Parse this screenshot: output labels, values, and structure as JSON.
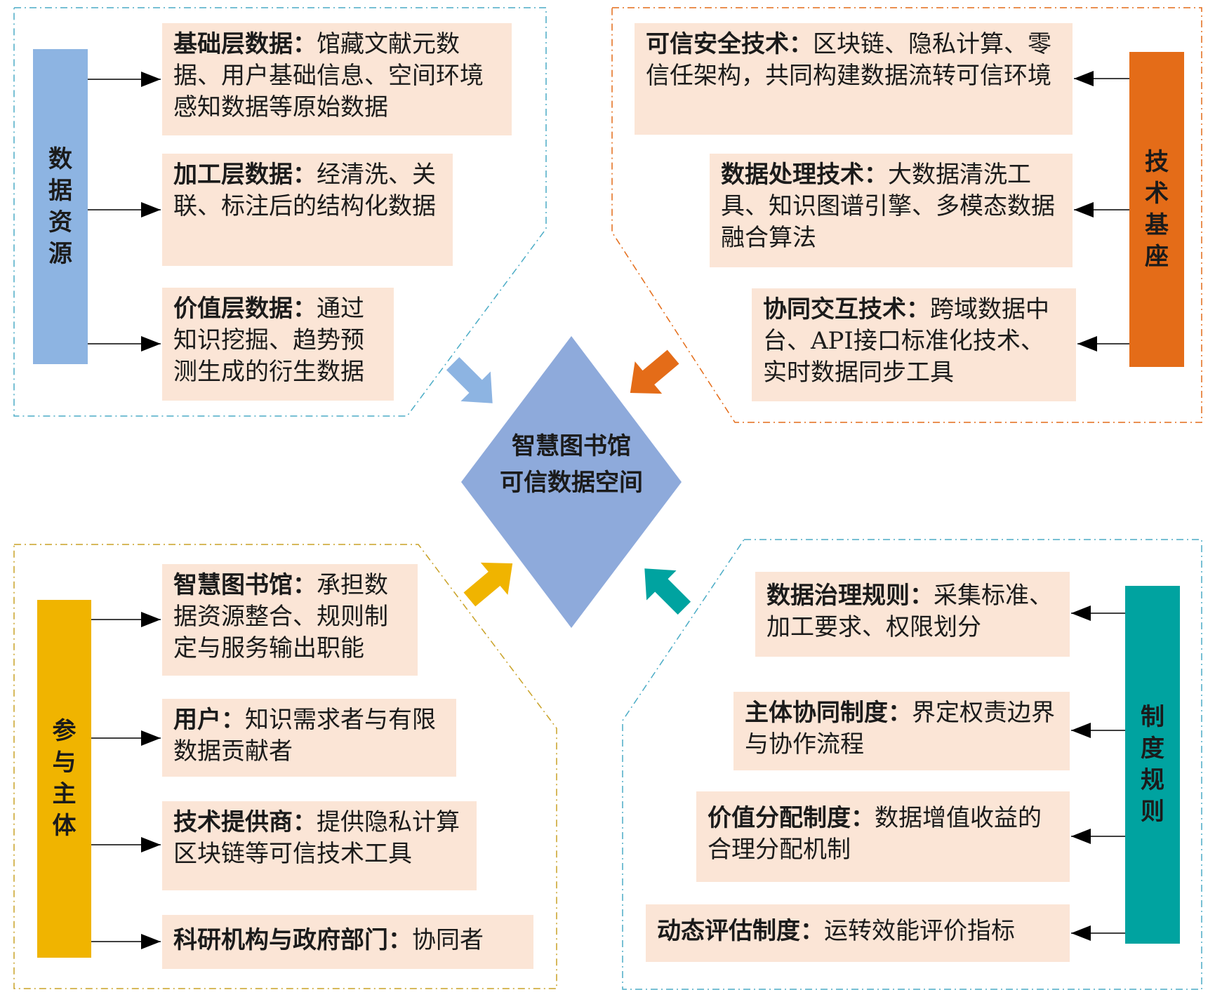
{
  "center": {
    "line1": "智慧图书馆",
    "line2": "可信数据空间"
  },
  "colors": {
    "data_resources": "#8db4e2",
    "tech_base": "#e46c18",
    "participants": "#f0b400",
    "rules": "#00a3a0",
    "box_fill": "#fbe5d6",
    "diamond": "#8eaadb"
  },
  "data_resources": {
    "label": [
      "数",
      "据",
      "资",
      "源"
    ],
    "items": [
      {
        "title": "基础层数据：",
        "text": "馆藏文献元数据、用户基础信息、空间环境感知数据等原始数据"
      },
      {
        "title": "加工层数据：",
        "text": "经清洗、关联、标注后的结构化数据"
      },
      {
        "title": "价值层数据：",
        "text": "通过知识挖掘、趋势预测生成的衍生数据"
      }
    ]
  },
  "tech_base": {
    "label": [
      "技",
      "术",
      "基",
      "座"
    ],
    "items": [
      {
        "title": "可信安全技术：",
        "text": "区块链、隐私计算、零信任架构，共同构建数据流转可信环境"
      },
      {
        "title": "数据处理技术：",
        "text": "大数据清洗工具、知识图谱引擎、多模态数据融合算法"
      },
      {
        "title": "协同交互技术：",
        "text": "跨域数据中台、API接口标准化技术、实时数据同步工具"
      }
    ]
  },
  "participants": {
    "label": [
      "参",
      "与",
      "主",
      "体"
    ],
    "items": [
      {
        "title": "智慧图书馆：",
        "text": "承担数据资源整合、规则制定与服务输出职能"
      },
      {
        "title": "用户：",
        "text": "知识需求者与有限数据贡献者"
      },
      {
        "title": "技术提供商：",
        "text": "提供隐私计算区块链等可信技术工具"
      },
      {
        "title": "科研机构与政府部门：",
        "text": "协同者"
      }
    ]
  },
  "rules": {
    "label": [
      "制",
      "度",
      "规",
      "则"
    ],
    "items": [
      {
        "title": "数据治理规则：",
        "text": "采集标准、加工要求、权限划分"
      },
      {
        "title": "主体协同制度：",
        "text": "界定权责边界与协作流程"
      },
      {
        "title": "价值分配制度：",
        "text": "数据增值收益的合理分配机制"
      },
      {
        "title": "动态评估制度：",
        "text": "运转效能评价指标"
      }
    ]
  }
}
